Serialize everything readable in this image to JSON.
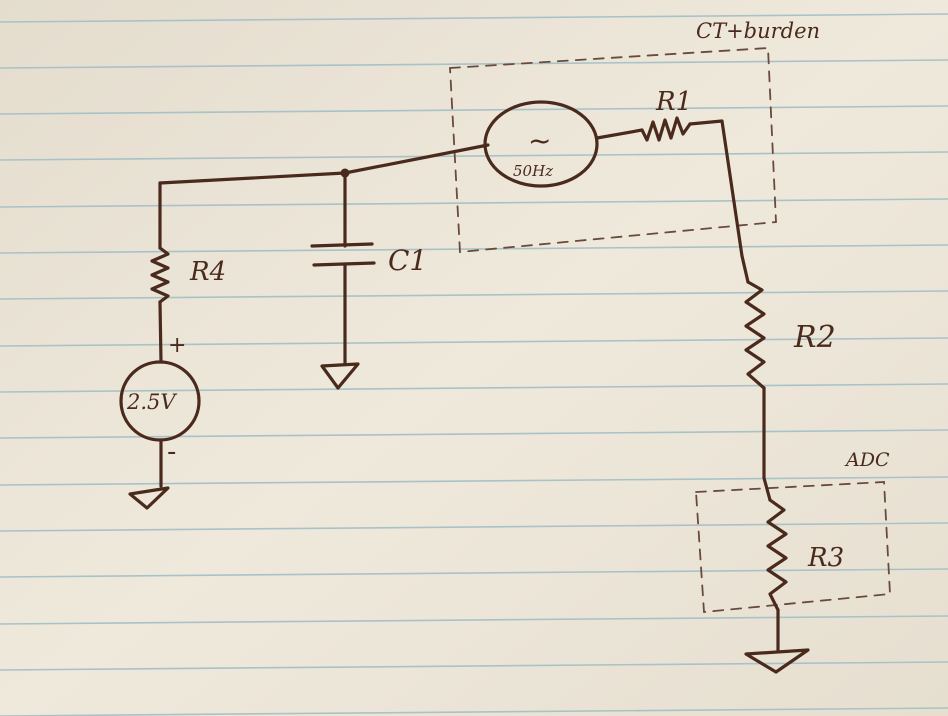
{
  "diagram": {
    "labels": {
      "ct_burden": "CT+burden",
      "source_freq": "50Hz",
      "source_symbol": "~",
      "r1": "R1",
      "r2": "R2",
      "r3": "R3",
      "r4": "R4",
      "c1": "C1",
      "vref": "2.5V",
      "plus": "+",
      "minus": "-",
      "adc": "ADC"
    },
    "colors": {
      "paper": "#ece6d8",
      "rule_line": "#a9c2c8",
      "margin_line": "#d9a7a0",
      "ink": "#4a2a1c"
    }
  }
}
